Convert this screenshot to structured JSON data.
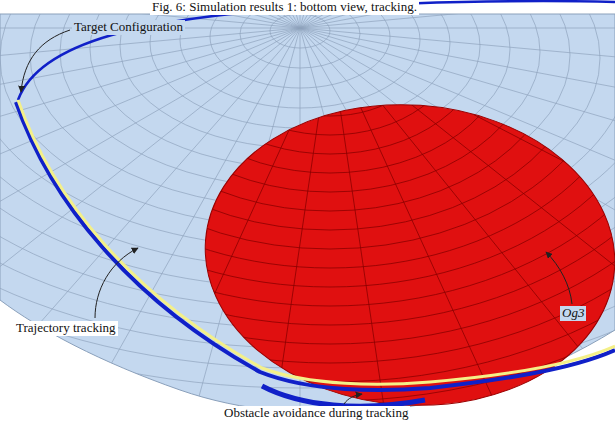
{
  "diagram": {
    "caption": "Fig. 6: Simulation results 1: bottom view, tracking.",
    "labels": [
      "Target Configuration",
      "Trajectory tracking",
      "Obstacle avoidance during tracking",
      "Og3"
    ]
  }
}
